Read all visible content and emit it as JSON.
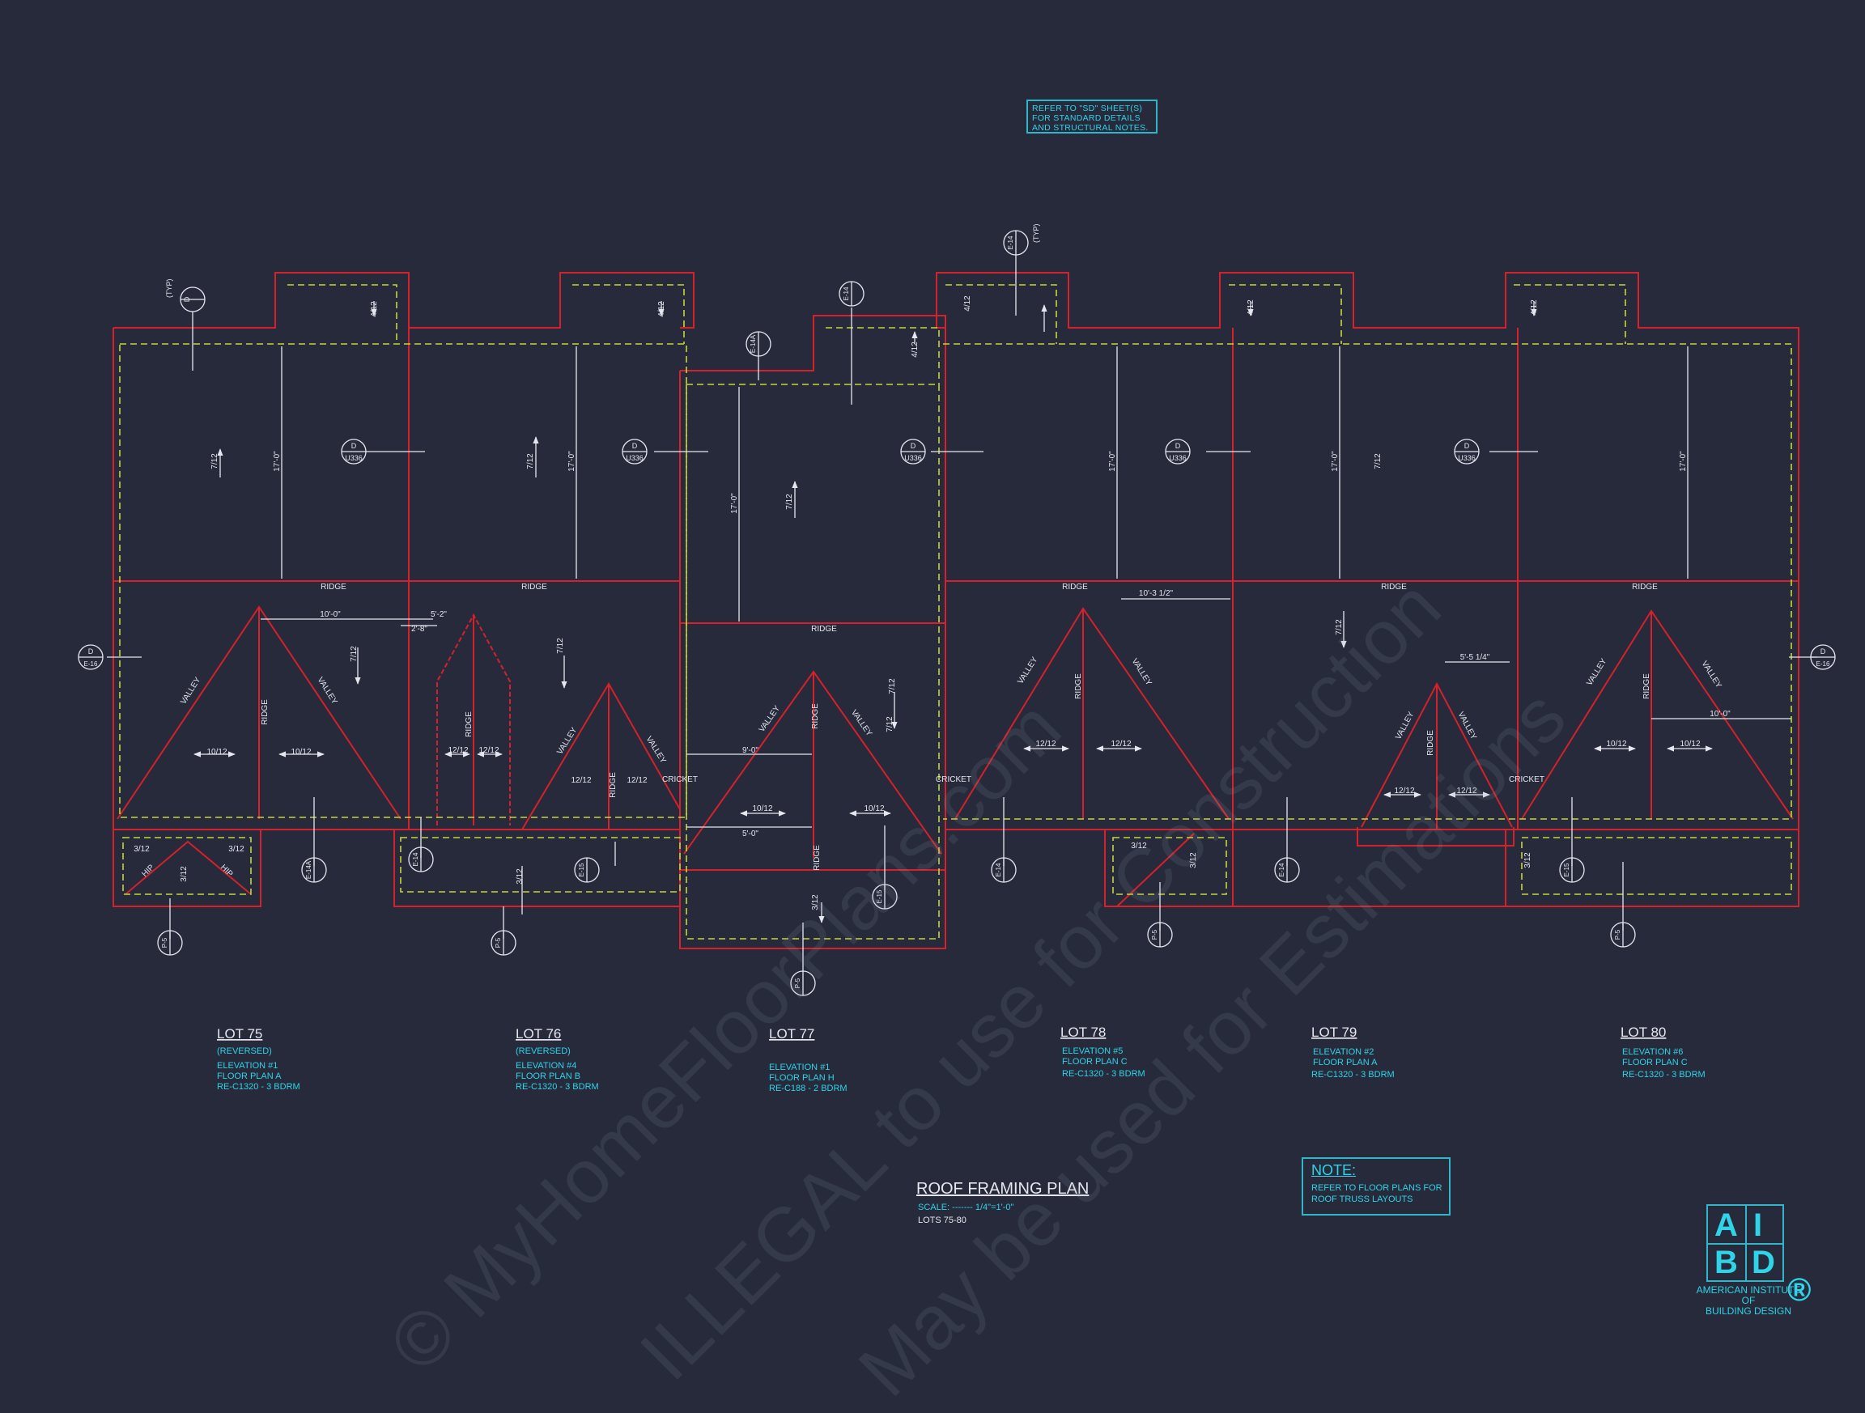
{
  "title": {
    "main": "ROOF FRAMING PLAN",
    "scale": "SCALE: ------- 1/4\"=1'-0\"",
    "lots_range": "LOTS 75-80"
  },
  "ref_note": [
    "REFER TO \"SD\" SHEET(S)",
    "FOR STANDARD DETAILS",
    "AND STRUCTURAL NOTES."
  ],
  "truss_note": {
    "heading": "NOTE:",
    "lines": [
      "REFER TO FLOOR PLANS FOR",
      "ROOF TRUSS LAYOUTS"
    ]
  },
  "lots": [
    {
      "name": "LOT 75",
      "lines": [
        "(REVERSED)",
        "ELEVATION #1",
        "FLOOR PLAN A",
        "RE-C1320 - 3 BDRM"
      ]
    },
    {
      "name": "LOT 76",
      "lines": [
        "(REVERSED)",
        "ELEVATION #4",
        "FLOOR PLAN B",
        "RE-C1320 - 3 BDRM"
      ]
    },
    {
      "name": "LOT 77",
      "lines": [
        "ELEVATION #1",
        "FLOOR PLAN H",
        "RE-C188 - 2 BDRM"
      ]
    },
    {
      "name": "LOT 78",
      "lines": [
        "ELEVATION #5",
        "FLOOR PLAN C",
        "RE-C1320 - 3 BDRM"
      ]
    },
    {
      "name": "LOT 79",
      "lines": [
        "ELEVATION #2",
        "FLOOR PLAN A",
        "RE-C1320 - 3 BDRM"
      ]
    },
    {
      "name": "LOT 80",
      "lines": [
        "ELEVATION #6",
        "FLOOR PLAN C",
        "RE-C1320 - 3 BDRM"
      ]
    }
  ],
  "roof_labels": {
    "ridge": "RIDGE",
    "valley": "VALLEY",
    "cricket": "CRICKET",
    "hip": "HIP"
  },
  "slopes": {
    "s7": "7/12",
    "s4": "4/12",
    "s3": "3/12",
    "s10": "10/12",
    "s12": "12/12"
  },
  "dimensions": {
    "span": "17'-0\"",
    "d10_0": "10'-0\"",
    "d5_2": "5'-2\"",
    "d2_8": "2'-8\"",
    "d9_0": "9'-0\"",
    "d5_0": "5'-0\"",
    "d10_3": "10'-3 1/2\"",
    "d5_5": "5'-5 1/4\""
  },
  "callouts": {
    "letter": "D",
    "u336": "U336",
    "e14a": "E-14A",
    "e14": "E-14",
    "e16": "E-16",
    "e15": "E-15",
    "p5": "P-5",
    "typ": "(TYP)"
  },
  "watermark": {
    "line1": "© MyHomeFloorPlans.com",
    "line2": "ILLEGAL to use for Construction",
    "line3": "May be used for Estimations"
  },
  "logo": {
    "letters": [
      "A",
      "I",
      "B",
      "D"
    ],
    "reg": "®",
    "caption": [
      "AMERICAN INSTITUTE",
      "OF",
      "BUILDING DESIGN"
    ]
  },
  "colors": {
    "background": "#262a3b",
    "outline": "#d4212b",
    "overhang": "#c8d43a",
    "dimension": "#e6e6ee",
    "annotation": "#2fd4e8"
  }
}
